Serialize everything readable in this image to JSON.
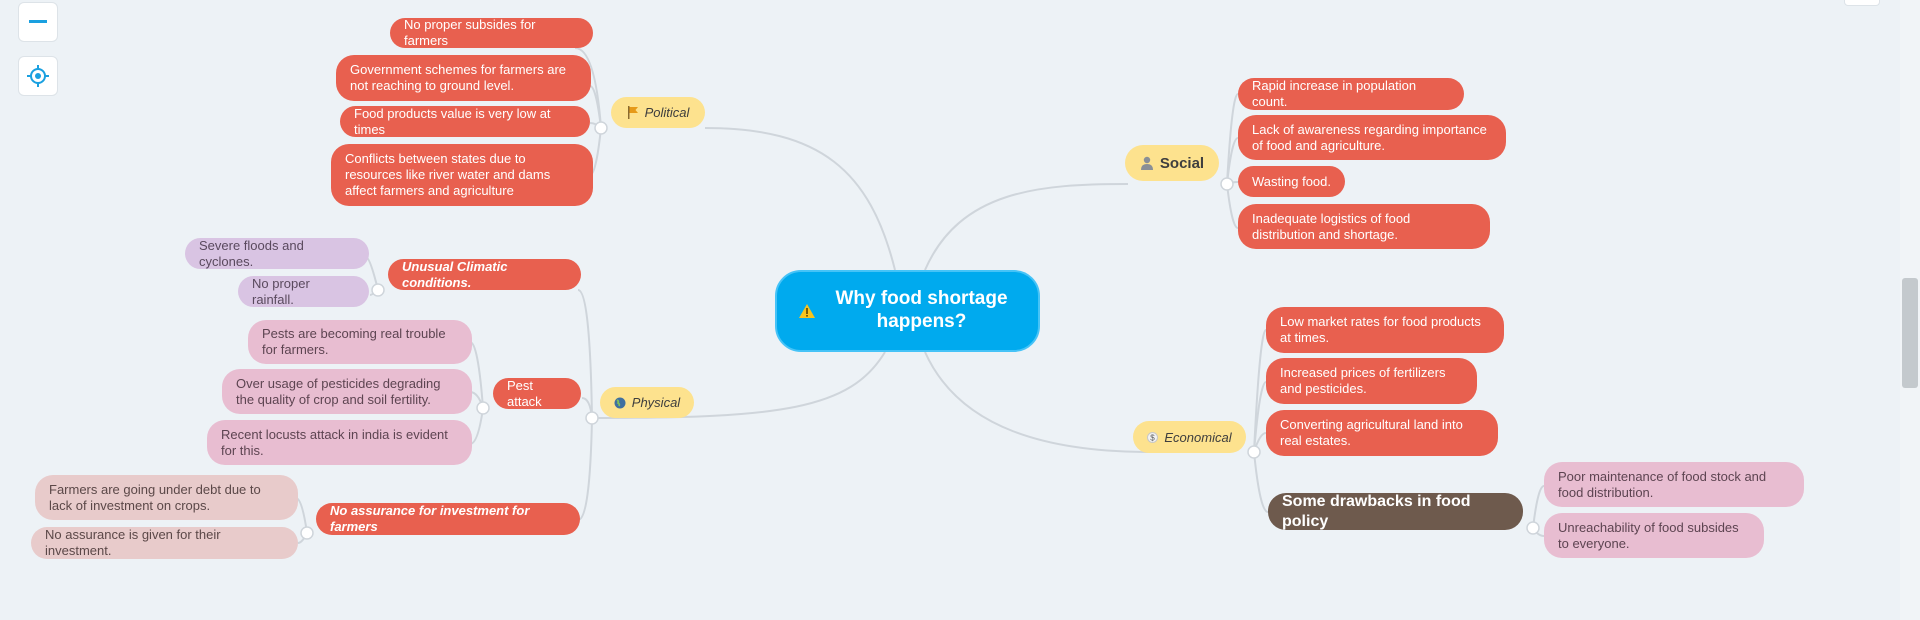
{
  "central": {
    "title": "Why food shortage happens?",
    "icon": "warning-icon"
  },
  "colors": {
    "central": "#00aaee",
    "category": "#fde28e",
    "cause": "#e8604f",
    "detail_purple": "#d9c4e3",
    "detail_pink": "#e8bdd1",
    "detail_mauve": "#e8cbcb",
    "policy": "#6e5a4d",
    "link": "#cfd5db"
  },
  "political": {
    "label": "Political",
    "icon": "flag-icon",
    "items": [
      "No proper subsides for farmers",
      "Government schemes for farmers are not reaching to ground level.",
      "Food products value is very low at times",
      "Conflicts between states due to resources like river water and dams affect farmers and agriculture"
    ]
  },
  "physical": {
    "label": "Physical",
    "icon": "globe-icon",
    "climatic": {
      "label": "Unusual Climatic conditions.",
      "items": [
        "Severe floods and cyclones.",
        "No proper rainfall."
      ]
    },
    "pest": {
      "label": "Pest attack",
      "items": [
        "Pests are becoming real trouble for farmers.",
        "Over usage of pesticides degrading the quality of crop and soil fertility.",
        "Recent locusts attack in india is evident for this."
      ]
    },
    "investment": {
      "label": "No assurance for investment for farmers",
      "items": [
        "Farmers are going under debt due to lack of investment on crops.",
        "No assurance is given for their investment."
      ]
    }
  },
  "social": {
    "label": "Social",
    "icon": "person-icon",
    "items": [
      "Rapid increase in population count.",
      "Lack of awareness regarding importance of food and agriculture.",
      "Wasting food.",
      "Inadequate logistics of food distribution and shortage."
    ]
  },
  "economical": {
    "label": "Economical",
    "icon": "dollar-icon",
    "items": [
      "Low market rates for food products at times.",
      "Increased prices of fertilizers and pesticides.",
      "Converting agricultural land into real estates."
    ],
    "policy": {
      "label": "Some drawbacks in food policy",
      "items": [
        "Poor maintenance of food stock and food distribution.",
        "Unreachability of food  subsides to everyone."
      ]
    }
  },
  "toolbar": {
    "zoom_out_icon": "minus-icon",
    "locate_icon": "crosshair-icon"
  }
}
